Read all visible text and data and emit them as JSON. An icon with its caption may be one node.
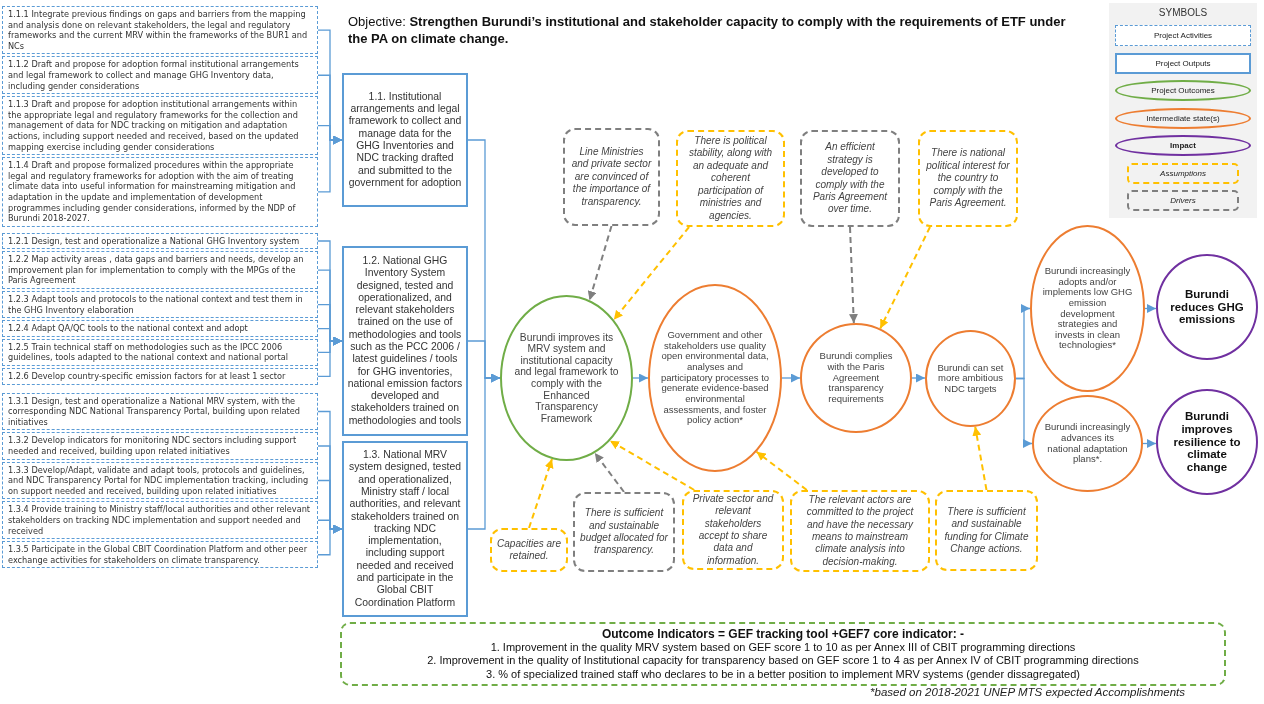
{
  "diagram": {
    "title": "Objective: **Strengthen Burundi’s institutional and stakeholder capacity to comply with the requirements of ETF under the PA on climate change.**",
    "nodes": [
      {
        "text": [
          "1.1.1 Integrate previous findings on gaps and barriers from the mapping and analysis done on relevant stakeholders, the legal and regulatory frameworks and the current MRV within the frameworks of the BUR1 and NCs"
        ]
      },
      {
        "text": [
          "1.1.2 Draft and propose for adoption formal institutional arrangements and legal framework to collect and manage GHG Inventory data, including gender considerations"
        ]
      },
      {
        "text": [
          "1.1.3 Draft and propose for adoption institutional arrangements within the appropriate legal and regulatory frameworks for the collection and management of data for NDC tracking on mitigation and adaptation actions, including support needed and received, based on the updated mapping exercise including gender considerations"
        ]
      },
      {
        "text": [
          "1.1.4 Draft and propose formalized procedures within the appropriate legal and regulatory frameworks for adoption with the aim of treating climate data into useful information for mainstreaming mitigation and adaptation in the update and implementation of development programmes including gender considerations, informed by the NDP of Burundi 2018-2027."
        ]
      },
      {
        "text": [
          "1.2.1 Design, test and operationalize a National GHG Inventory system"
        ]
      },
      {
        "text": [
          "1.2.2 Map activity areas , data gaps and barriers and needs, develop an improvement plan for implementation to comply with the MPGs of the Paris Agreement"
        ]
      },
      {
        "text": [
          "1.2.3 Adapt tools and protocols to the national context and test them in the GHG Inventory elaboration"
        ]
      },
      {
        "text": [
          "1.2.4 Adapt QA/QC tools to the national context and adopt"
        ]
      },
      {
        "text": [
          "1.2.5 Train technical staff on methodologies such as the IPCC 2006 guidelines, tools adapted to the national context and national portal"
        ]
      },
      {
        "text": [
          "1.2.6 Develop country-specific emission factors for at least 1 sector"
        ]
      },
      {
        "text": [
          "1.3.1 Design, test and operationalize a National MRV system, with the corresponding NDC National Transparency Portal, building upon related initiatives"
        ]
      },
      {
        "text": [
          "1.3.2 Develop indicators for monitoring NDC sectors including support needed and received, building upon related initiatives"
        ]
      },
      {
        "text": [
          "1.3.3 Develop/Adapt, validate and adapt tools, protocols and guidelines, and NDC Transparency Portal for NDC implementation tracking, including on support needed and received, building upon related initiatives"
        ]
      },
      {
        "text": [
          "1.3.4 Provide training to Ministry staff/local authorities and other relevant stakeholders on tracking NDC implementation and support needed and received"
        ]
      },
      {
        "text": [
          "1.3.5 Participate in the Global CBIT Coordination Platform  and other peer exchange activities for stakeholders on climate transparency."
        ]
      },
      {
        "text": [
          "1.1. Institutional arrangements and legal framework to collect and manage data for the GHG Inventories and NDC tracking drafted and submitted to the government for adoption"
        ]
      },
      {
        "text": [
          "1.2. National GHG Inventory System designed, tested and operationalized, and relevant stakeholders trained on the use of methodologies and tools such as the PCC 2006 / latest guidelines / tools for GHG inventories, national emission factors developed and stakeholders trained on methodologies and tools"
        ]
      },
      {
        "text": [
          "1.3. National MRV system designed, tested and operationalized, Ministry staff / local authorities, and relevant stakeholders trained on tracking NDC implementation, including support needed and received and participate in the Global CBIT Coordination Platform"
        ]
      },
      {
        "text": [
          "Burundi improves its MRV system and institutional capacity and legal framework  to comply with the Enhanced Transparency Framework"
        ]
      },
      {
        "text": [
          "Government and other stakeholders use quality open environmental data, analyses and participatory processes to generate evidence-based environmental assessments, and foster policy action*"
        ]
      },
      {
        "text": [
          "Burundi complies with the Paris Agreement transparency requirements"
        ]
      },
      {
        "text": [
          "Burundi can set more ambitious NDC targets"
        ]
      },
      {
        "text": [
          "Burundi increasingly adopts and/or implements low GHG emission development strategies and invests in clean technologies*"
        ]
      },
      {
        "text": [
          "Burundi increasingly advances its national adaptation plans*."
        ]
      },
      {
        "text": [
          "Burundi reduces GHG emissions"
        ]
      },
      {
        "text": [
          "Burundi improves resilience to climate change"
        ]
      },
      {
        "text": [
          "Line Ministries and private sector are convinced of the importance of transparency."
        ]
      },
      {
        "text": [
          "There is political stability, along with  an adequate and coherent participation of ministries and agencies."
        ]
      },
      {
        "text": [
          "An efficient strategy is developed to comply with the Paris Agreement over time."
        ]
      },
      {
        "text": [
          "There is national political interest for the country to comply with the Paris Agreement."
        ]
      },
      {
        "text": [
          "Capacities are retained."
        ]
      },
      {
        "text": [
          "There is sufficient and sustainable budget allocated for transparency."
        ]
      },
      {
        "text": [
          "Private sector and relevant stakeholders accept to share data and information."
        ]
      },
      {
        "text": [
          "The relevant actors are committed to the project and have the necessary means to mainstream climate analysis into decision-making."
        ]
      },
      {
        "text": [
          "There is sufficient and sustainable funding for Climate Change actions."
        ]
      },
      {
        "text": [
          "**Outcome Indicators = GEF tracking tool +GEF7 core indicator**: -",
          "1. Improvement in the quality MRV system based on GEF score 1 to 10 as per Annex III of CBIT programming directions",
          "2. Improvement in the quality of Institutional capacity for transparency based on GEF score 1 to 4 as per Annex IV of CBIT programming directions",
          "3. % of specialized trained staff who declares to be in a better position to implement MRV systems (gender dissagregated)"
        ]
      }
    ],
    "edges": [
      {
        "from": 0,
        "to": 15,
        "arrow": "to"
      },
      {
        "from": 1,
        "to": 15,
        "arrow": "to"
      },
      {
        "from": 2,
        "to": 15,
        "arrow": "to"
      },
      {
        "from": 3,
        "to": 15,
        "arrow": "to"
      },
      {
        "from": 4,
        "to": 16,
        "arrow": "to"
      },
      {
        "from": 5,
        "to": 16,
        "arrow": "to"
      },
      {
        "from": 6,
        "to": 16,
        "arrow": "to"
      },
      {
        "from": 7,
        "to": 16,
        "arrow": "to"
      },
      {
        "from": 8,
        "to": 16,
        "arrow": "to"
      },
      {
        "from": 9,
        "to": 16,
        "arrow": "to"
      },
      {
        "from": 10,
        "to": 17,
        "arrow": "to"
      },
      {
        "from": 11,
        "to": 17,
        "arrow": "to"
      },
      {
        "from": 12,
        "to": 17,
        "arrow": "to"
      },
      {
        "from": 13,
        "to": 17,
        "arrow": "to"
      },
      {
        "from": 14,
        "to": 17,
        "arrow": "to"
      },
      {
        "from": 15,
        "to": 18,
        "arrow": "to"
      },
      {
        "from": 16,
        "to": 18,
        "arrow": "to"
      },
      {
        "from": 17,
        "to": 18,
        "arrow": "to"
      },
      {
        "from": 18,
        "to": 19,
        "arrow": "to"
      },
      {
        "from": 19,
        "to": 20,
        "arrow": "to"
      },
      {
        "from": 20,
        "to": 21,
        "arrow": "to"
      },
      {
        "from": 21,
        "to": 22,
        "arrow": "to"
      },
      {
        "from": 21,
        "to": 23,
        "arrow": "to"
      },
      {
        "from": 22,
        "to": 24,
        "arrow": "to"
      },
      {
        "from": 23,
        "to": 25,
        "arrow": "to"
      },
      {
        "from": 26,
        "to": 18,
        "arrow": "to",
        "style": "dashed",
        "color": "#7f7f7f"
      },
      {
        "from": 27,
        "to": 18,
        "arrow": "to",
        "style": "dashed",
        "color": "#ffc000"
      },
      {
        "from": 28,
        "to": 20,
        "arrow": "to",
        "style": "dashed",
        "color": "#7f7f7f"
      },
      {
        "from": 29,
        "to": 20,
        "arrow": "to",
        "style": "dashed",
        "color": "#ffc000"
      },
      {
        "from": 30,
        "to": 18,
        "arrow": "to",
        "style": "dashed",
        "color": "#ffc000"
      },
      {
        "from": 31,
        "to": 18,
        "arrow": "to",
        "style": "dashed",
        "color": "#7f7f7f"
      },
      {
        "from": 32,
        "to": 18,
        "arrow": "to",
        "style": "dashed",
        "color": "#ffc000"
      },
      {
        "from": 33,
        "to": 19,
        "arrow": "to",
        "style": "dashed",
        "color": "#ffc000"
      },
      {
        "from": 34,
        "to": 21,
        "arrow": "to",
        "style": "dashed",
        "color": "#ffc000"
      }
    ],
    "labels": [
      "SYMBOLS",
      "*based on 2018-2021 UNEP MTS expected Accomplishments"
    ],
    "legend": [
      {
        "text": "Project Activities"
      },
      {
        "text": "Project Outputs"
      },
      {
        "text": "Project Outcomes"
      },
      {
        "text": "Intermediate state(s)"
      },
      {
        "text": "Impact"
      },
      {
        "text": "Assumptions"
      },
      {
        "text": "Drivers"
      }
    ]
  }
}
